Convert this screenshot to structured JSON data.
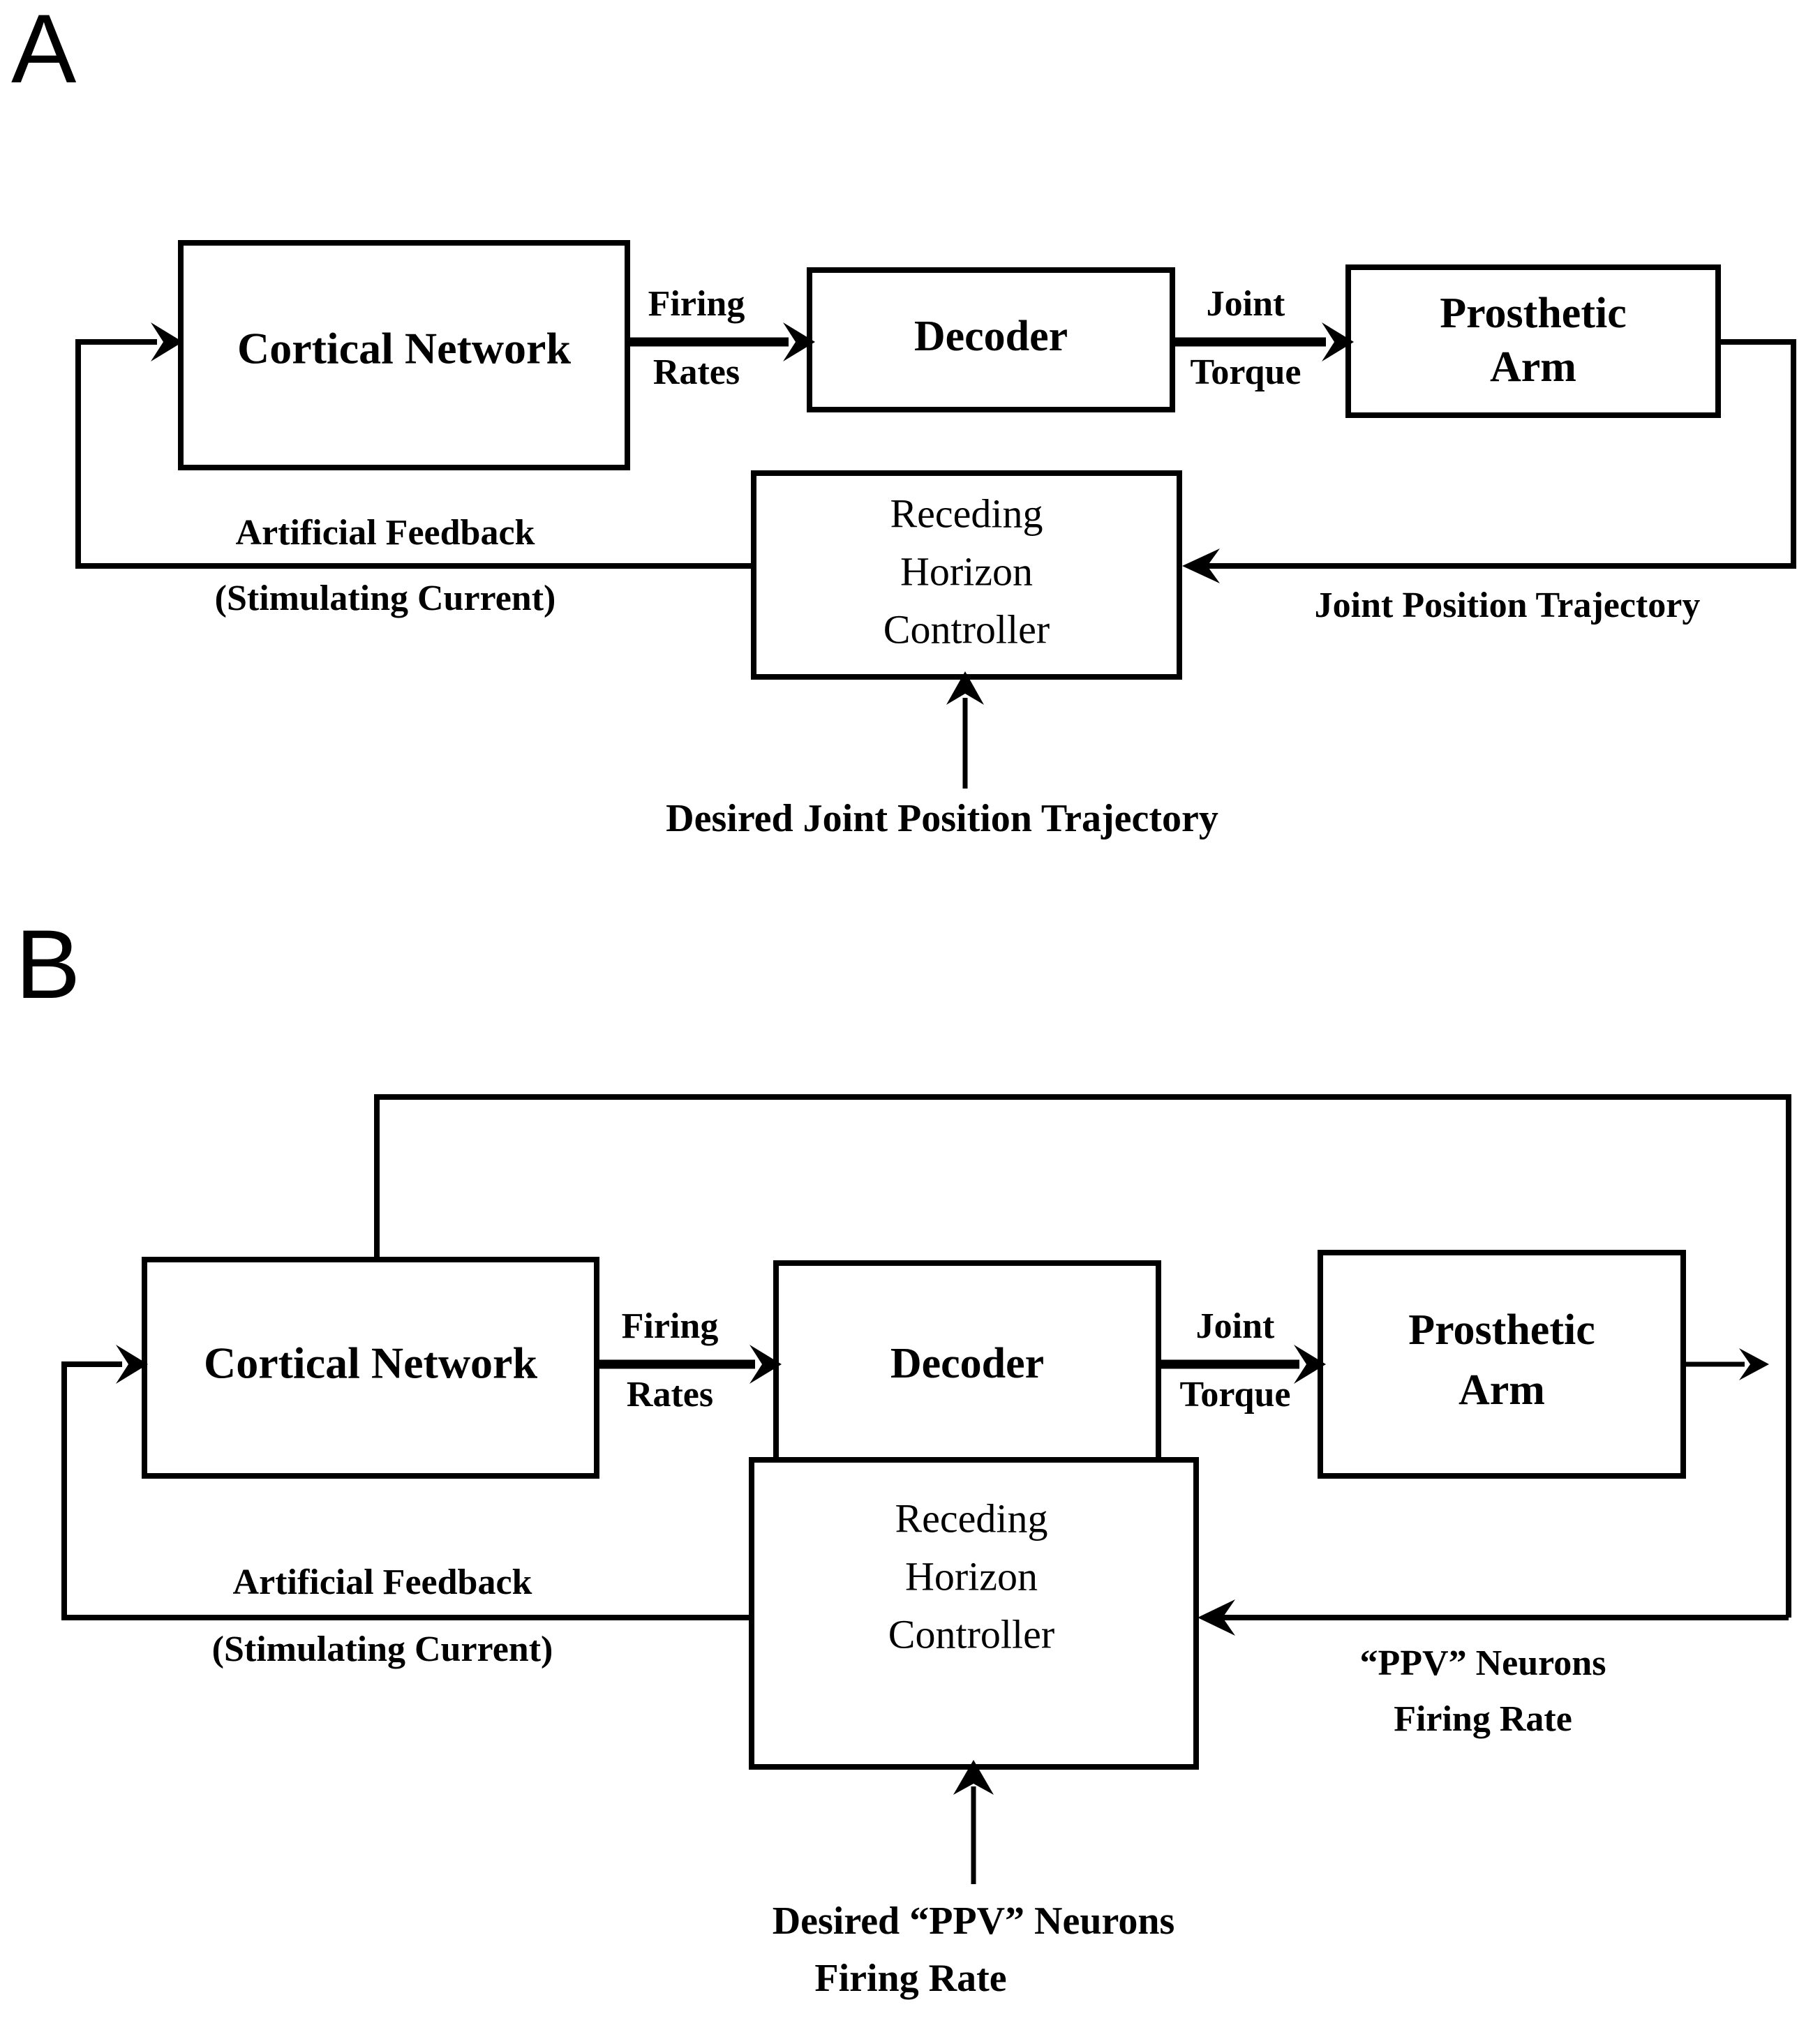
{
  "figure": {
    "panels": [
      {
        "id": "A",
        "letter": "A",
        "nodes": {
          "cortical_network": "Cortical Network",
          "decoder": "Decoder",
          "prosthetic_arm_line1": "Prosthetic",
          "prosthetic_arm_line2": "Arm",
          "controller_line1": "Receding",
          "controller_line2": "Horizon",
          "controller_line3": "Controller"
        },
        "edges": {
          "firing_rates_line1": "Firing",
          "firing_rates_line2": "Rates",
          "joint_torque_line1": "Joint",
          "joint_torque_line2": "Torque",
          "feedback_line1": "Artificial Feedback",
          "feedback_line2": "(Stimulating Current)",
          "plant_output": "Joint Position Trajectory",
          "reference_input": "Desired  Joint Position Trajectory"
        }
      },
      {
        "id": "B",
        "letter": "B",
        "nodes": {
          "cortical_network": "Cortical Network",
          "decoder": "Decoder",
          "prosthetic_arm_line1": "Prosthetic",
          "prosthetic_arm_line2": "Arm",
          "controller_line1": "Receding",
          "controller_line2": "Horizon",
          "controller_line3": "Controller"
        },
        "edges": {
          "firing_rates_line1": "Firing",
          "firing_rates_line2": "Rates",
          "joint_torque_line1": "Joint",
          "joint_torque_line2": "Torque",
          "feedback_line1": "Artificial Feedback",
          "feedback_line2": "(Stimulating  Current)",
          "plant_output_line1": "“PPV” Neurons",
          "plant_output_line2": "Firing Rate",
          "reference_input_line1": "Desired  “PPV” Neurons",
          "reference_input_line2": "Firing Rate"
        }
      }
    ],
    "colors": {
      "background": "#ffffff",
      "stroke": "#000000",
      "text": "#000000"
    }
  }
}
